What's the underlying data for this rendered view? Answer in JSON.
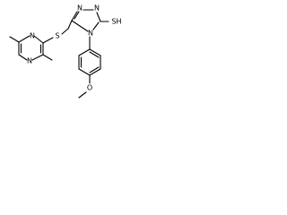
{
  "molecule": {
    "labels": {
      "n1": "N",
      "n2": "N",
      "n3": "N",
      "sh": "SH",
      "s_link": "S",
      "n_pyr_a": "N",
      "n_pyr_b": "N",
      "o_methoxy": "O"
    }
  }
}
